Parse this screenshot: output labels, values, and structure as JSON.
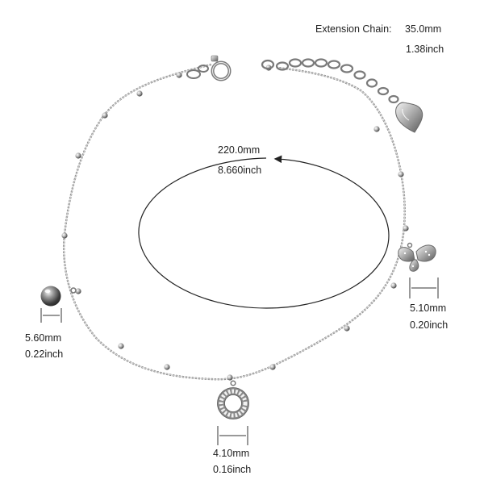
{
  "extension_chain": {
    "label": "Extension Chain:",
    "mm": "35.0mm",
    "inch": "1.38inch"
  },
  "circumference": {
    "mm": "220.0mm",
    "inch": "8.660inch"
  },
  "ball_charm": {
    "mm": "5.60mm",
    "inch": "0.22inch"
  },
  "butterfly_charm": {
    "mm": "5.10mm",
    "inch": "0.20inch"
  },
  "circle_charm": {
    "mm": "4.10mm",
    "inch": "0.16inch"
  },
  "colors": {
    "chain": "#9a9a9a",
    "metal_dark": "#5e5e5e",
    "text": "#1e1e1e",
    "dimension_line": "#333333"
  }
}
